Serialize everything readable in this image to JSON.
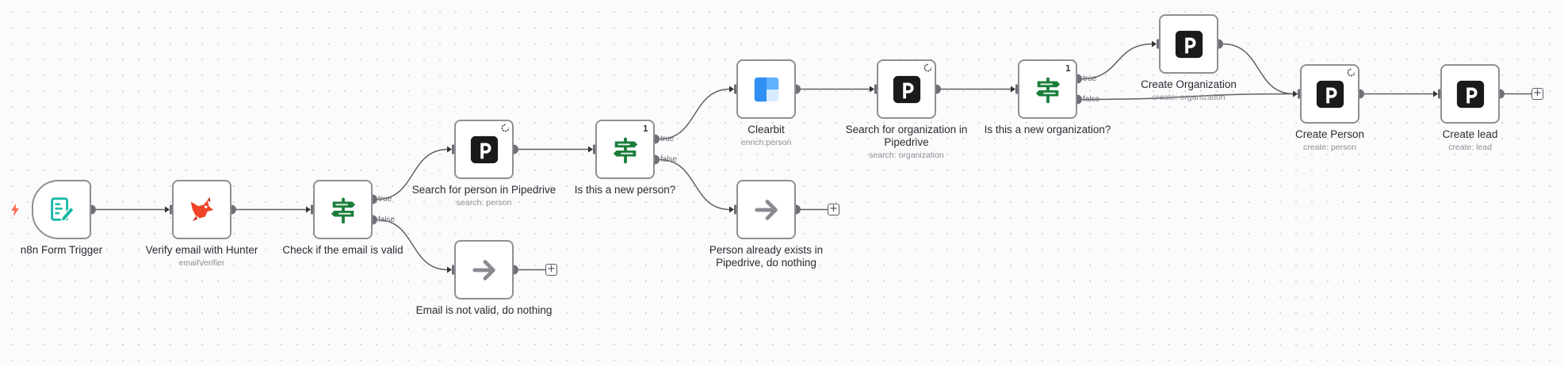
{
  "nodes": [
    {
      "id": "trigger",
      "label": "n8n Form Trigger",
      "subtitle": "",
      "icon": "form-icon",
      "kind": "trigger",
      "badge": "",
      "retry": false
    },
    {
      "id": "hunter",
      "label": "Verify email with Hunter",
      "subtitle": "emailVerifier",
      "icon": "hunter-fox-icon",
      "kind": "action",
      "badge": "",
      "retry": false
    },
    {
      "id": "check-email",
      "label": "Check if the email is valid",
      "subtitle": "",
      "icon": "signpost-icon",
      "kind": "if",
      "badge": "",
      "retry": false
    },
    {
      "id": "search-person",
      "label": "Search for person in Pipedrive",
      "subtitle": "search: person",
      "icon": "pipedrive-icon",
      "kind": "action",
      "badge": "",
      "retry": true
    },
    {
      "id": "email-invalid",
      "label": "Email is not valid, do nothing",
      "subtitle": "",
      "icon": "arrow-right-icon",
      "kind": "noop",
      "badge": "",
      "retry": false
    },
    {
      "id": "new-person",
      "label": "Is this a new person?",
      "subtitle": "",
      "icon": "signpost-icon",
      "kind": "if",
      "badge": "1",
      "retry": false
    },
    {
      "id": "clearbit",
      "label": "Clearbit",
      "subtitle": "enrich:person",
      "icon": "clearbit-icon",
      "kind": "action",
      "badge": "",
      "retry": false
    },
    {
      "id": "person-exists",
      "label": "Person already exists in Pipedrive, do nothing",
      "subtitle": "",
      "icon": "arrow-right-icon",
      "kind": "noop",
      "badge": "",
      "retry": false
    },
    {
      "id": "search-org",
      "label": "Search for organization in Pipedrive",
      "subtitle": "search: organization",
      "icon": "pipedrive-icon",
      "kind": "action",
      "badge": "",
      "retry": true
    },
    {
      "id": "new-org",
      "label": "Is this a new organization?",
      "subtitle": "",
      "icon": "signpost-icon",
      "kind": "if",
      "badge": "1",
      "retry": false
    },
    {
      "id": "create-org",
      "label": "Create Organization",
      "subtitle": "create: organization",
      "icon": "pipedrive-icon",
      "kind": "action",
      "badge": "",
      "retry": false
    },
    {
      "id": "create-person",
      "label": "Create Person",
      "subtitle": "create: person",
      "icon": "pipedrive-icon",
      "kind": "action",
      "badge": "",
      "retry": true
    },
    {
      "id": "create-lead",
      "label": "Create lead",
      "subtitle": "create: lead",
      "icon": "pipedrive-icon",
      "kind": "action",
      "badge": "",
      "retry": false
    }
  ],
  "connections": [
    {
      "from": "trigger",
      "output": "main",
      "to": "hunter"
    },
    {
      "from": "hunter",
      "output": "main",
      "to": "check-email"
    },
    {
      "from": "check-email",
      "output": "true",
      "to": "search-person"
    },
    {
      "from": "check-email",
      "output": "false",
      "to": "email-invalid"
    },
    {
      "from": "search-person",
      "output": "main",
      "to": "new-person"
    },
    {
      "from": "new-person",
      "output": "true",
      "to": "clearbit"
    },
    {
      "from": "new-person",
      "output": "false",
      "to": "person-exists"
    },
    {
      "from": "clearbit",
      "output": "main",
      "to": "search-org"
    },
    {
      "from": "search-org",
      "output": "main",
      "to": "new-org"
    },
    {
      "from": "new-org",
      "output": "true",
      "to": "create-org"
    },
    {
      "from": "new-org",
      "output": "false",
      "to": "create-person"
    },
    {
      "from": "create-org",
      "output": "main",
      "to": "create-person"
    },
    {
      "from": "create-person",
      "output": "main",
      "to": "create-lead"
    }
  ],
  "output_labels": {
    "true": "true",
    "false": "false"
  },
  "open_outputs": [
    "email-invalid",
    "person-exists",
    "create-lead"
  ],
  "colors": {
    "node_border": "#8f8f95",
    "edge": "#5e5e66",
    "handle": "#6f6f77",
    "trigger_bolt": "#ff6d5a",
    "if_green": "#1a7e3b",
    "pipedrive": "#1a1a1a",
    "hunter": "#f0442a",
    "form_teal": "#15b8a6",
    "clearbit_blue": "#2f8ff2",
    "noop_gray": "#8a8a92"
  }
}
